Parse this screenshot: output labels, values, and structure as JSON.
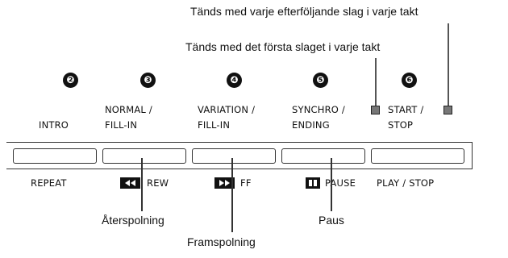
{
  "annotations": {
    "subsequent_beats": "Tänds med varje efterföljande slag i varje takt",
    "first_beat": "Tänds med det första slaget i varje takt",
    "rewind": "Återspolning",
    "fast_forward": "Framspolning",
    "pause": "Paus"
  },
  "numbers": [
    "❷",
    "❸",
    "❹",
    "❺",
    "❻"
  ],
  "upper_labels": {
    "intro": "INTRO",
    "normal_line1": "NORMAL /",
    "normal_line2": "FILL-IN",
    "variation_line1": "VARIATION /",
    "variation_line2": "FILL-IN",
    "synchro_line1": "SYNCHRO /",
    "synchro_line2": "ENDING",
    "start_line1": "START /",
    "start_line2": "STOP"
  },
  "lower_labels": {
    "repeat": "REPEAT",
    "rew": "REW",
    "ff": "FF",
    "pause": "PAUSE",
    "play_stop": "PLAY / STOP"
  },
  "icons": {
    "rewind": "rewind-icon",
    "fast_forward": "fast-forward-icon",
    "pause": "pause-icon",
    "led": "indicator-led"
  },
  "colors": {
    "led": "#777777",
    "ink": "#111111"
  }
}
